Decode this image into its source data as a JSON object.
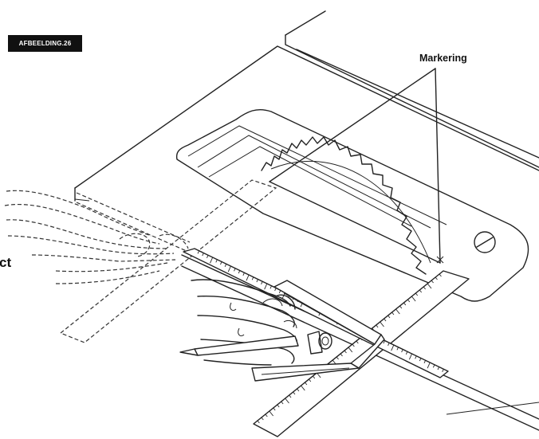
{
  "figure": {
    "badge": "AFBEELDING.26",
    "callout": "Markering",
    "cropped_edge_label": "ct"
  },
  "icons": [
    "table-saw",
    "saw-blade",
    "combination-square",
    "hand",
    "pencil"
  ]
}
